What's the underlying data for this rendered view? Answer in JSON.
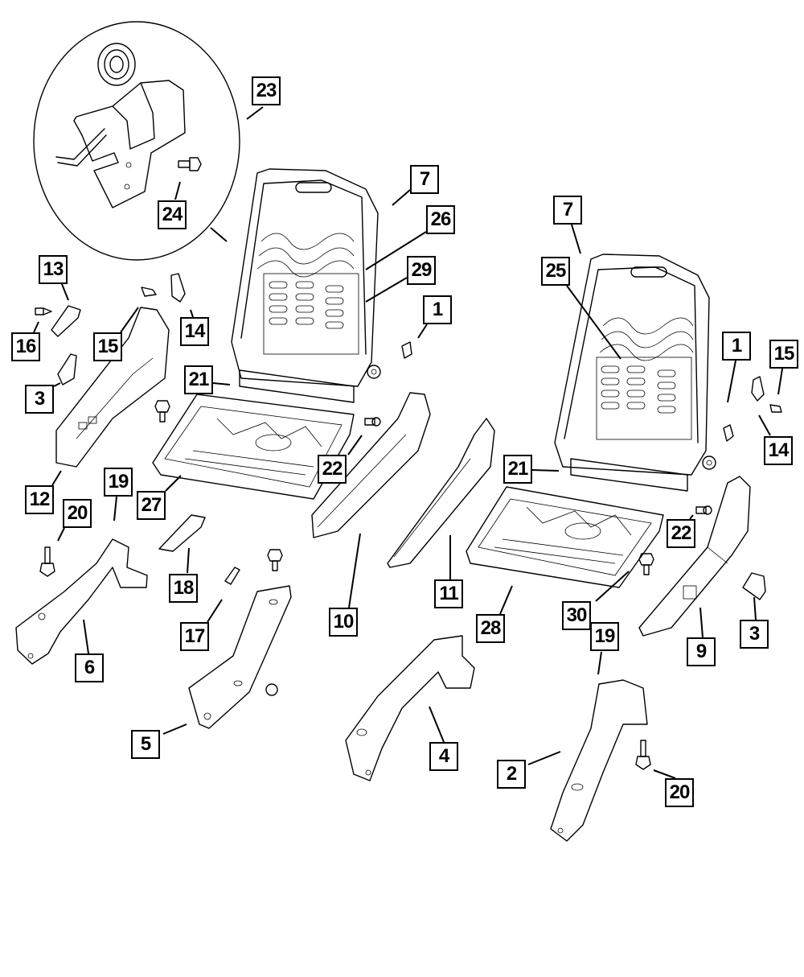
{
  "diagram": {
    "title": "Seat Assembly Exploded Parts Diagram",
    "detail_inset": {
      "label": "23",
      "description": "detail-circle"
    },
    "callouts": [
      {
        "id": "c23",
        "label": "23",
        "part": "bracket-spring-detail"
      },
      {
        "id": "c24",
        "label": "24",
        "part": "bolt"
      },
      {
        "id": "c7a",
        "label": "7",
        "part": "seatback-frame-left"
      },
      {
        "id": "c26",
        "label": "26",
        "part": "seatback-suspension"
      },
      {
        "id": "c29",
        "label": "29",
        "part": "lumbar-support"
      },
      {
        "id": "c1a",
        "label": "1",
        "part": "push-pin-left"
      },
      {
        "id": "c7b",
        "label": "7",
        "part": "seatback-frame-right"
      },
      {
        "id": "c25",
        "label": "25",
        "part": "seatback-suspension-right"
      },
      {
        "id": "c1b",
        "label": "1",
        "part": "push-pin-right"
      },
      {
        "id": "c15b",
        "label": "15",
        "part": "screw-right"
      },
      {
        "id": "c14b",
        "label": "14",
        "part": "knob-right"
      },
      {
        "id": "c13",
        "label": "13",
        "part": "recliner-handle"
      },
      {
        "id": "c16",
        "label": "16",
        "part": "screw"
      },
      {
        "id": "c15a",
        "label": "15",
        "part": "screw-left"
      },
      {
        "id": "c14a",
        "label": "14",
        "part": "knob-left"
      },
      {
        "id": "c3a",
        "label": "3",
        "part": "cover-left"
      },
      {
        "id": "c21a",
        "label": "21",
        "part": "panel-left"
      },
      {
        "id": "c22a",
        "label": "22",
        "part": "bolt-left"
      },
      {
        "id": "c12",
        "label": "12",
        "part": "shield-outer-left"
      },
      {
        "id": "c19a",
        "label": "19",
        "part": "riser-left"
      },
      {
        "id": "c27",
        "label": "27",
        "part": "cushion-frame-left"
      },
      {
        "id": "c20a",
        "label": "20",
        "part": "bolt-left-lower"
      },
      {
        "id": "c21b",
        "label": "21",
        "part": "panel-right"
      },
      {
        "id": "c22b",
        "label": "22",
        "part": "bolt-right"
      },
      {
        "id": "c18",
        "label": "18",
        "part": "switch"
      },
      {
        "id": "c17",
        "label": "17",
        "part": "clip"
      },
      {
        "id": "c6",
        "label": "6",
        "part": "riser-rear-left"
      },
      {
        "id": "c10",
        "label": "10",
        "part": "shield-inner-left"
      },
      {
        "id": "c11",
        "label": "11",
        "part": "shield-inner-right"
      },
      {
        "id": "c28",
        "label": "28",
        "part": "cushion-frame-right"
      },
      {
        "id": "c30",
        "label": "30",
        "part": "bolt-cushion"
      },
      {
        "id": "c19b",
        "label": "19",
        "part": "riser-right"
      },
      {
        "id": "c9",
        "label": "9",
        "part": "shield-outer-right"
      },
      {
        "id": "c3b",
        "label": "3",
        "part": "cover-right"
      },
      {
        "id": "c5",
        "label": "5",
        "part": "riser-front-left"
      },
      {
        "id": "c4",
        "label": "4",
        "part": "riser-front-right"
      },
      {
        "id": "c2",
        "label": "2",
        "part": "riser-rear-right"
      },
      {
        "id": "c20b",
        "label": "20",
        "part": "bolt-right-lower"
      }
    ]
  }
}
